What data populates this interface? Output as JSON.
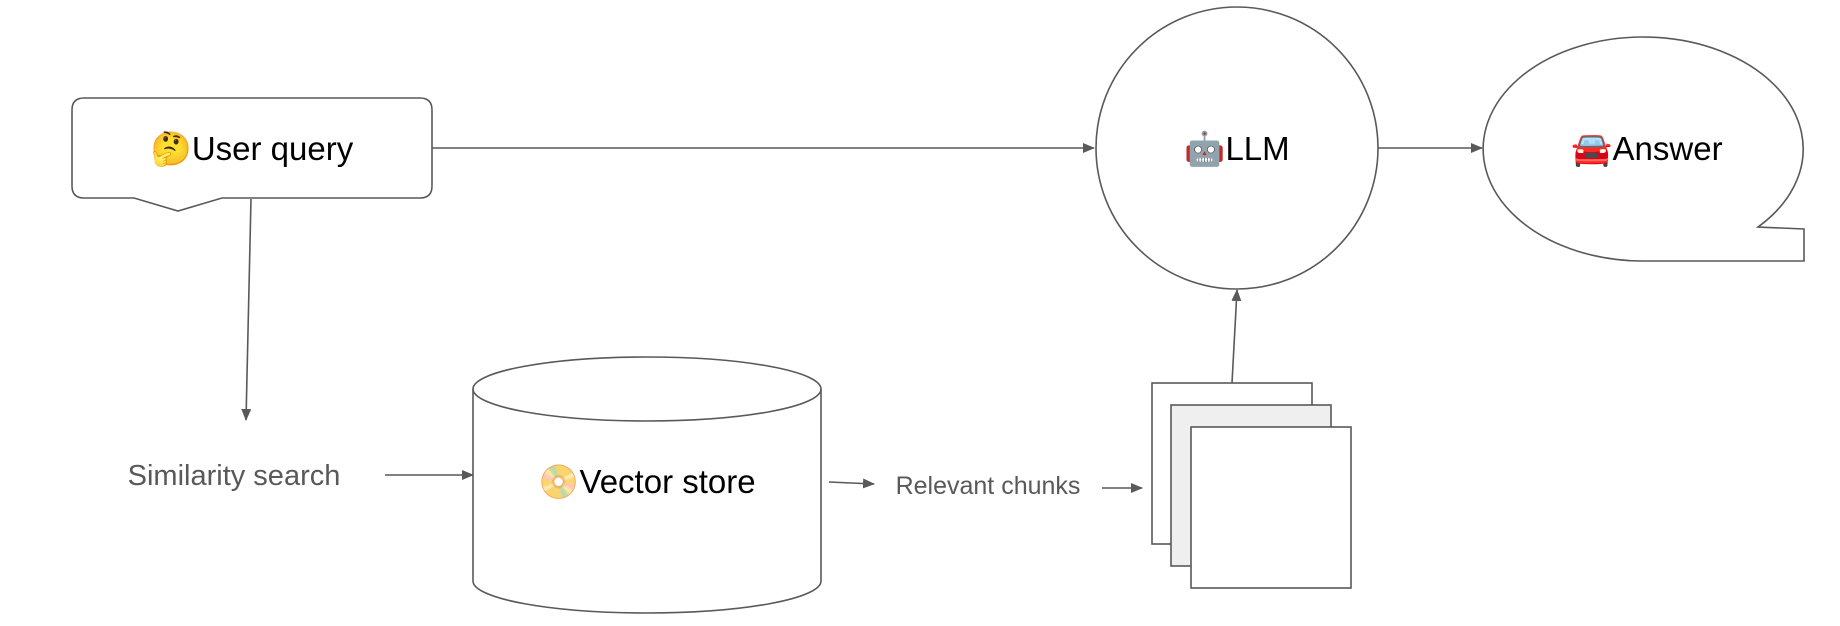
{
  "diagram": {
    "nodes": {
      "user_query": {
        "icon": "🤔",
        "label": "User query"
      },
      "llm": {
        "icon": "🤖",
        "label": "LLM"
      },
      "answer": {
        "icon": "🚘",
        "label": "Answer"
      },
      "vector_store": {
        "icon": "📀",
        "label": "Vector store"
      }
    },
    "edge_labels": {
      "similarity_search": "Similarity search",
      "relevant_chunks": "Relevant chunks"
    },
    "colors": {
      "stroke": "#595959",
      "text_primary": "#000000",
      "text_secondary": "#595959",
      "document_fill_back": "#ffffff",
      "document_fill_middle": "#efefef",
      "document_fill_front": "#ffffff"
    }
  }
}
